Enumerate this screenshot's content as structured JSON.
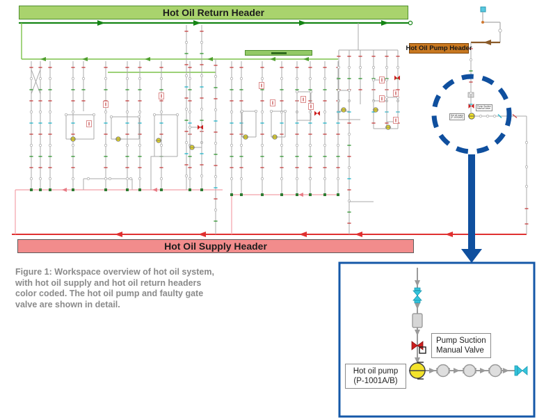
{
  "figure": {
    "caption": "Figure 1: Workspace overview of hot oil system,\nwith hot oil supply and hot oil return headers\ncolor coded. The hot oil pump and faulty gate\nvalve are shown in detail."
  },
  "diagram": {
    "return_header_label": "Hot Oil Return Header",
    "supply_header_label": "Hot Oil Supply Header",
    "pump_header_label": "Hot Oil Pump Header",
    "tiny_valve_label": "Pump Suction\nManual Valve",
    "tiny_pump_label": "Hot oil pump\n(P-1001A/B)"
  },
  "detail_view": {
    "valve_label": "Pump Suction\nManual Valve",
    "pump_label": "Hot oil pump\n(P-1001A/B)"
  },
  "colors": {
    "return_banner_green": "#a9d36d",
    "supply_banner_red": "#f28c8c",
    "pump_header_orange": "#c87820",
    "return_line_green": "#158515",
    "supply_line_red": "#e03030",
    "highlight_blue": "#0f4f9e",
    "pump_yellow": "#f3e32b",
    "valve_cyan": "#35c4dc",
    "valve_red": "#cc1f1f"
  }
}
